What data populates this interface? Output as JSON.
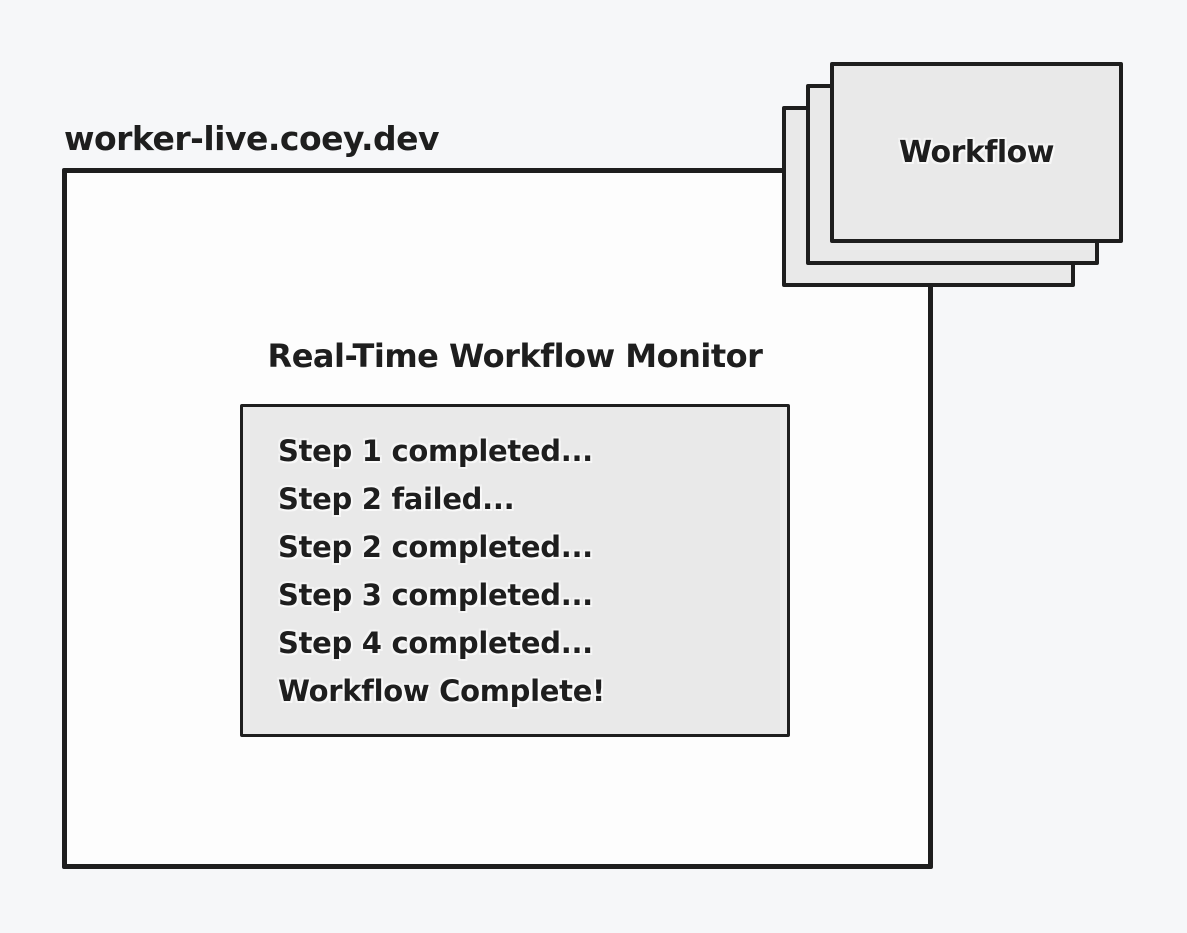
{
  "theme": {
    "bg": "#f6f7f9",
    "stroke": "#1e1e1e",
    "fill_gray": "#e9e9e9",
    "frame_bg": "#fdfdfd",
    "text": "#1e1e1e"
  },
  "browser": {
    "domain_label": "worker-live.coey.dev"
  },
  "workflow_stack": {
    "label": "Workflow",
    "card_count": 3
  },
  "monitor": {
    "title": "Real-Time Workflow Monitor",
    "log_lines": [
      "Step 1 completed...",
      "Step 2 failed...",
      "Step 2 completed...",
      "Step 3 completed...",
      "Step 4 completed...",
      "Workflow Complete!"
    ]
  }
}
